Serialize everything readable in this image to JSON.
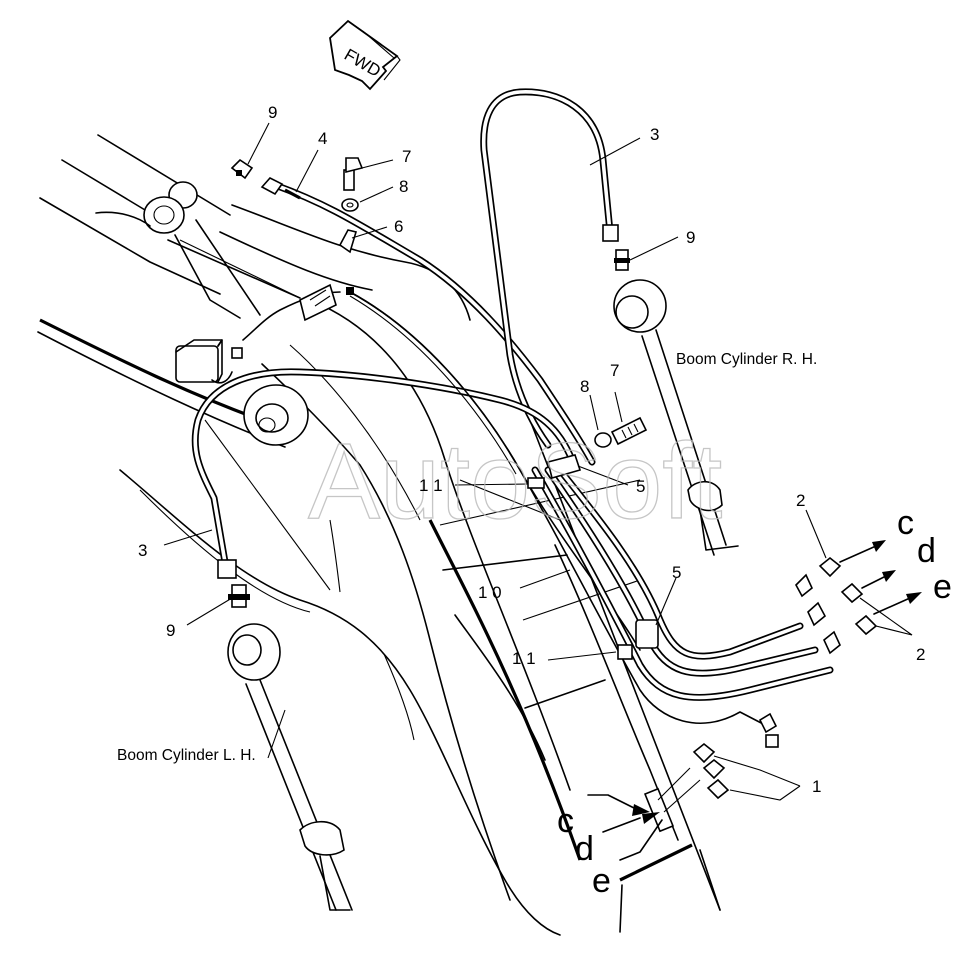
{
  "diagram": {
    "direction_marker": {
      "text": "FWD"
    },
    "watermark": {
      "text": "AutoSoft"
    },
    "captions": {
      "boom_cylinder_rh": "Boom Cylinder R. H.",
      "boom_cylinder_lh": "Boom Cylinder L. H."
    },
    "part_labels": [
      {
        "id": "9-top-left",
        "text": "9"
      },
      {
        "id": "4",
        "text": "4"
      },
      {
        "id": "7-top",
        "text": "7"
      },
      {
        "id": "8-top",
        "text": "8"
      },
      {
        "id": "6",
        "text": "6"
      },
      {
        "id": "3-top-right",
        "text": "3"
      },
      {
        "id": "9-right",
        "text": "9"
      },
      {
        "id": "8-mid",
        "text": "8"
      },
      {
        "id": "7-mid",
        "text": "7"
      },
      {
        "id": "11-upper",
        "text": "1 1"
      },
      {
        "id": "5-upper",
        "text": "5"
      },
      {
        "id": "3-left",
        "text": "3"
      },
      {
        "id": "9-left",
        "text": "9"
      },
      {
        "id": "10",
        "text": "1 0"
      },
      {
        "id": "5-lower",
        "text": "5"
      },
      {
        "id": "11-lower",
        "text": "1 1"
      },
      {
        "id": "2-top",
        "text": "2"
      },
      {
        "id": "2-bottom",
        "text": "2"
      },
      {
        "id": "1",
        "text": "1"
      }
    ],
    "port_letters": {
      "right": [
        "c",
        "d",
        "e"
      ],
      "bottom": [
        "c",
        "d",
        "e"
      ]
    }
  }
}
